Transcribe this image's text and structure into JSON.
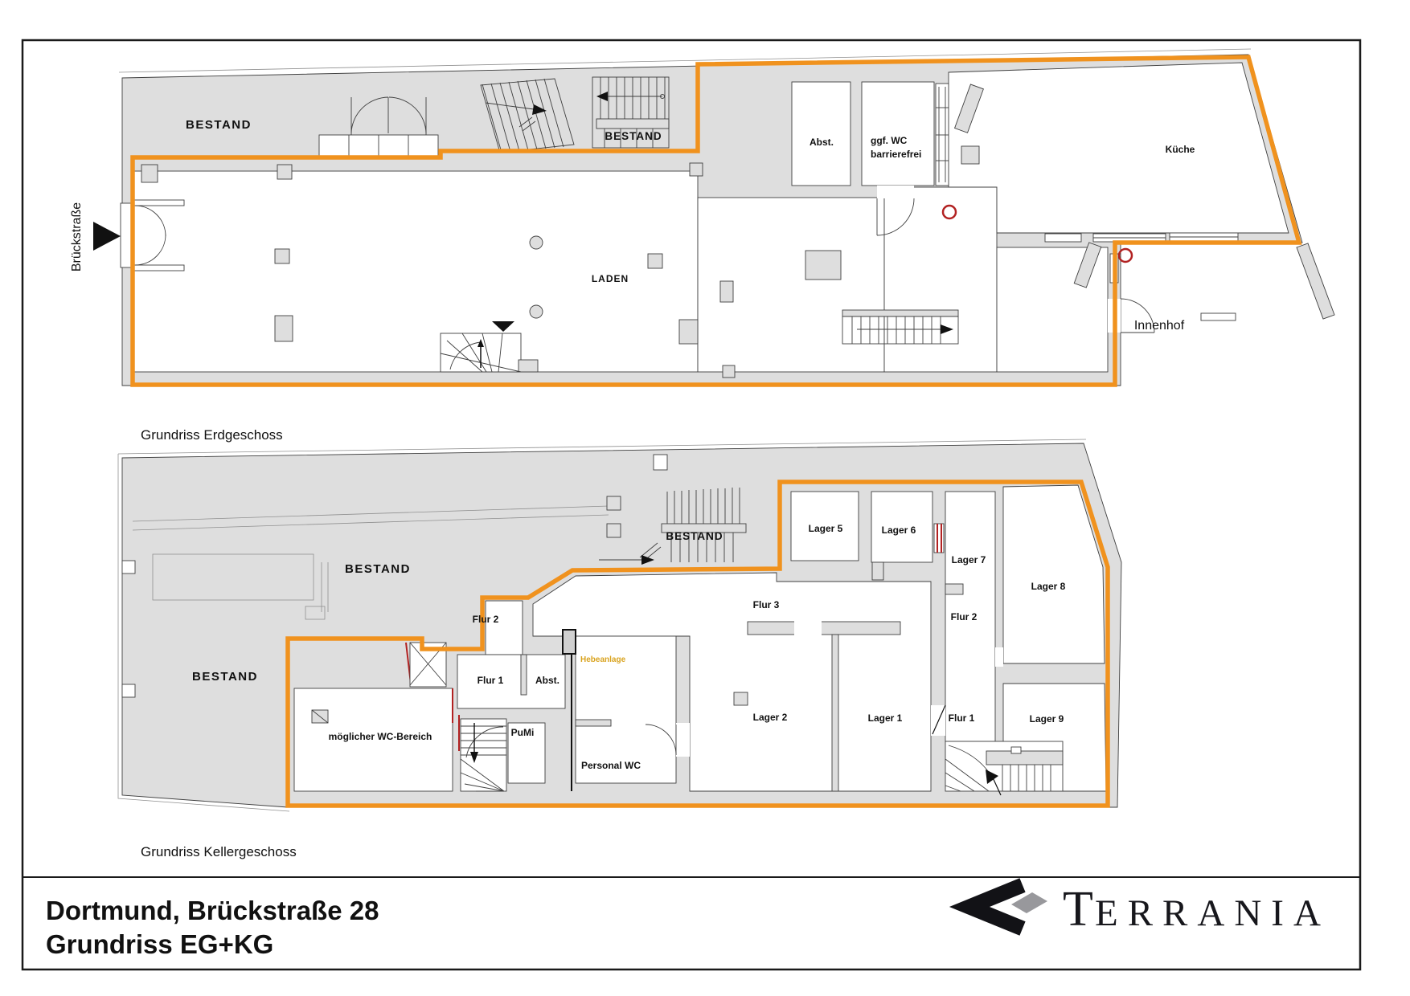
{
  "title": {
    "line1": "Dortmund, Brückstraße 28",
    "line2": "Grundriss EG+KG"
  },
  "brand": {
    "wordmark_initial": "T",
    "wordmark_rest": "ERRANIA",
    "mark": "chevron-diamond-logo"
  },
  "colors": {
    "boundary_orange": "#F0921E",
    "bestand_gray": "#DEDEDE",
    "accent_red": "#B22222",
    "hebeanlage_yellow": "#D9A31F",
    "logo_dark": "#17171C",
    "logo_gray": "#98989C"
  },
  "eg": {
    "caption": "Grundriss Erdgeschoss",
    "street": "Brückstraße",
    "labels": {
      "bestand_left": "BESTAND",
      "bestand_stair": "BESTAND",
      "abst": "Abst.",
      "wc_line1": "ggf. WC",
      "wc_line2": "barrierefrei",
      "kueche": "Küche",
      "laden": "LADEN",
      "innenhof": "Innenhof"
    }
  },
  "kg": {
    "caption": "Grundriss Kellergeschoss",
    "labels": {
      "bestand_top": "BESTAND",
      "bestand_left": "BESTAND",
      "bestand_stair": "BESTAND",
      "lager1": "Lager 1",
      "lager2": "Lager 2",
      "lager5": "Lager 5",
      "lager6": "Lager 6",
      "lager7": "Lager 7",
      "lager8": "Lager 8",
      "lager9": "Lager 9",
      "flur1_left": "Flur 1",
      "flur1_right": "Flur 1",
      "flur2_left": "Flur 2",
      "flur2_right": "Flur 2",
      "flur3": "Flur 3",
      "abst": "Abst.",
      "pumi": "PuMi",
      "personal_wc": "Personal WC",
      "wc_bereich": "möglicher WC-Bereich",
      "hebeanlage": "Hebeanlage"
    }
  }
}
